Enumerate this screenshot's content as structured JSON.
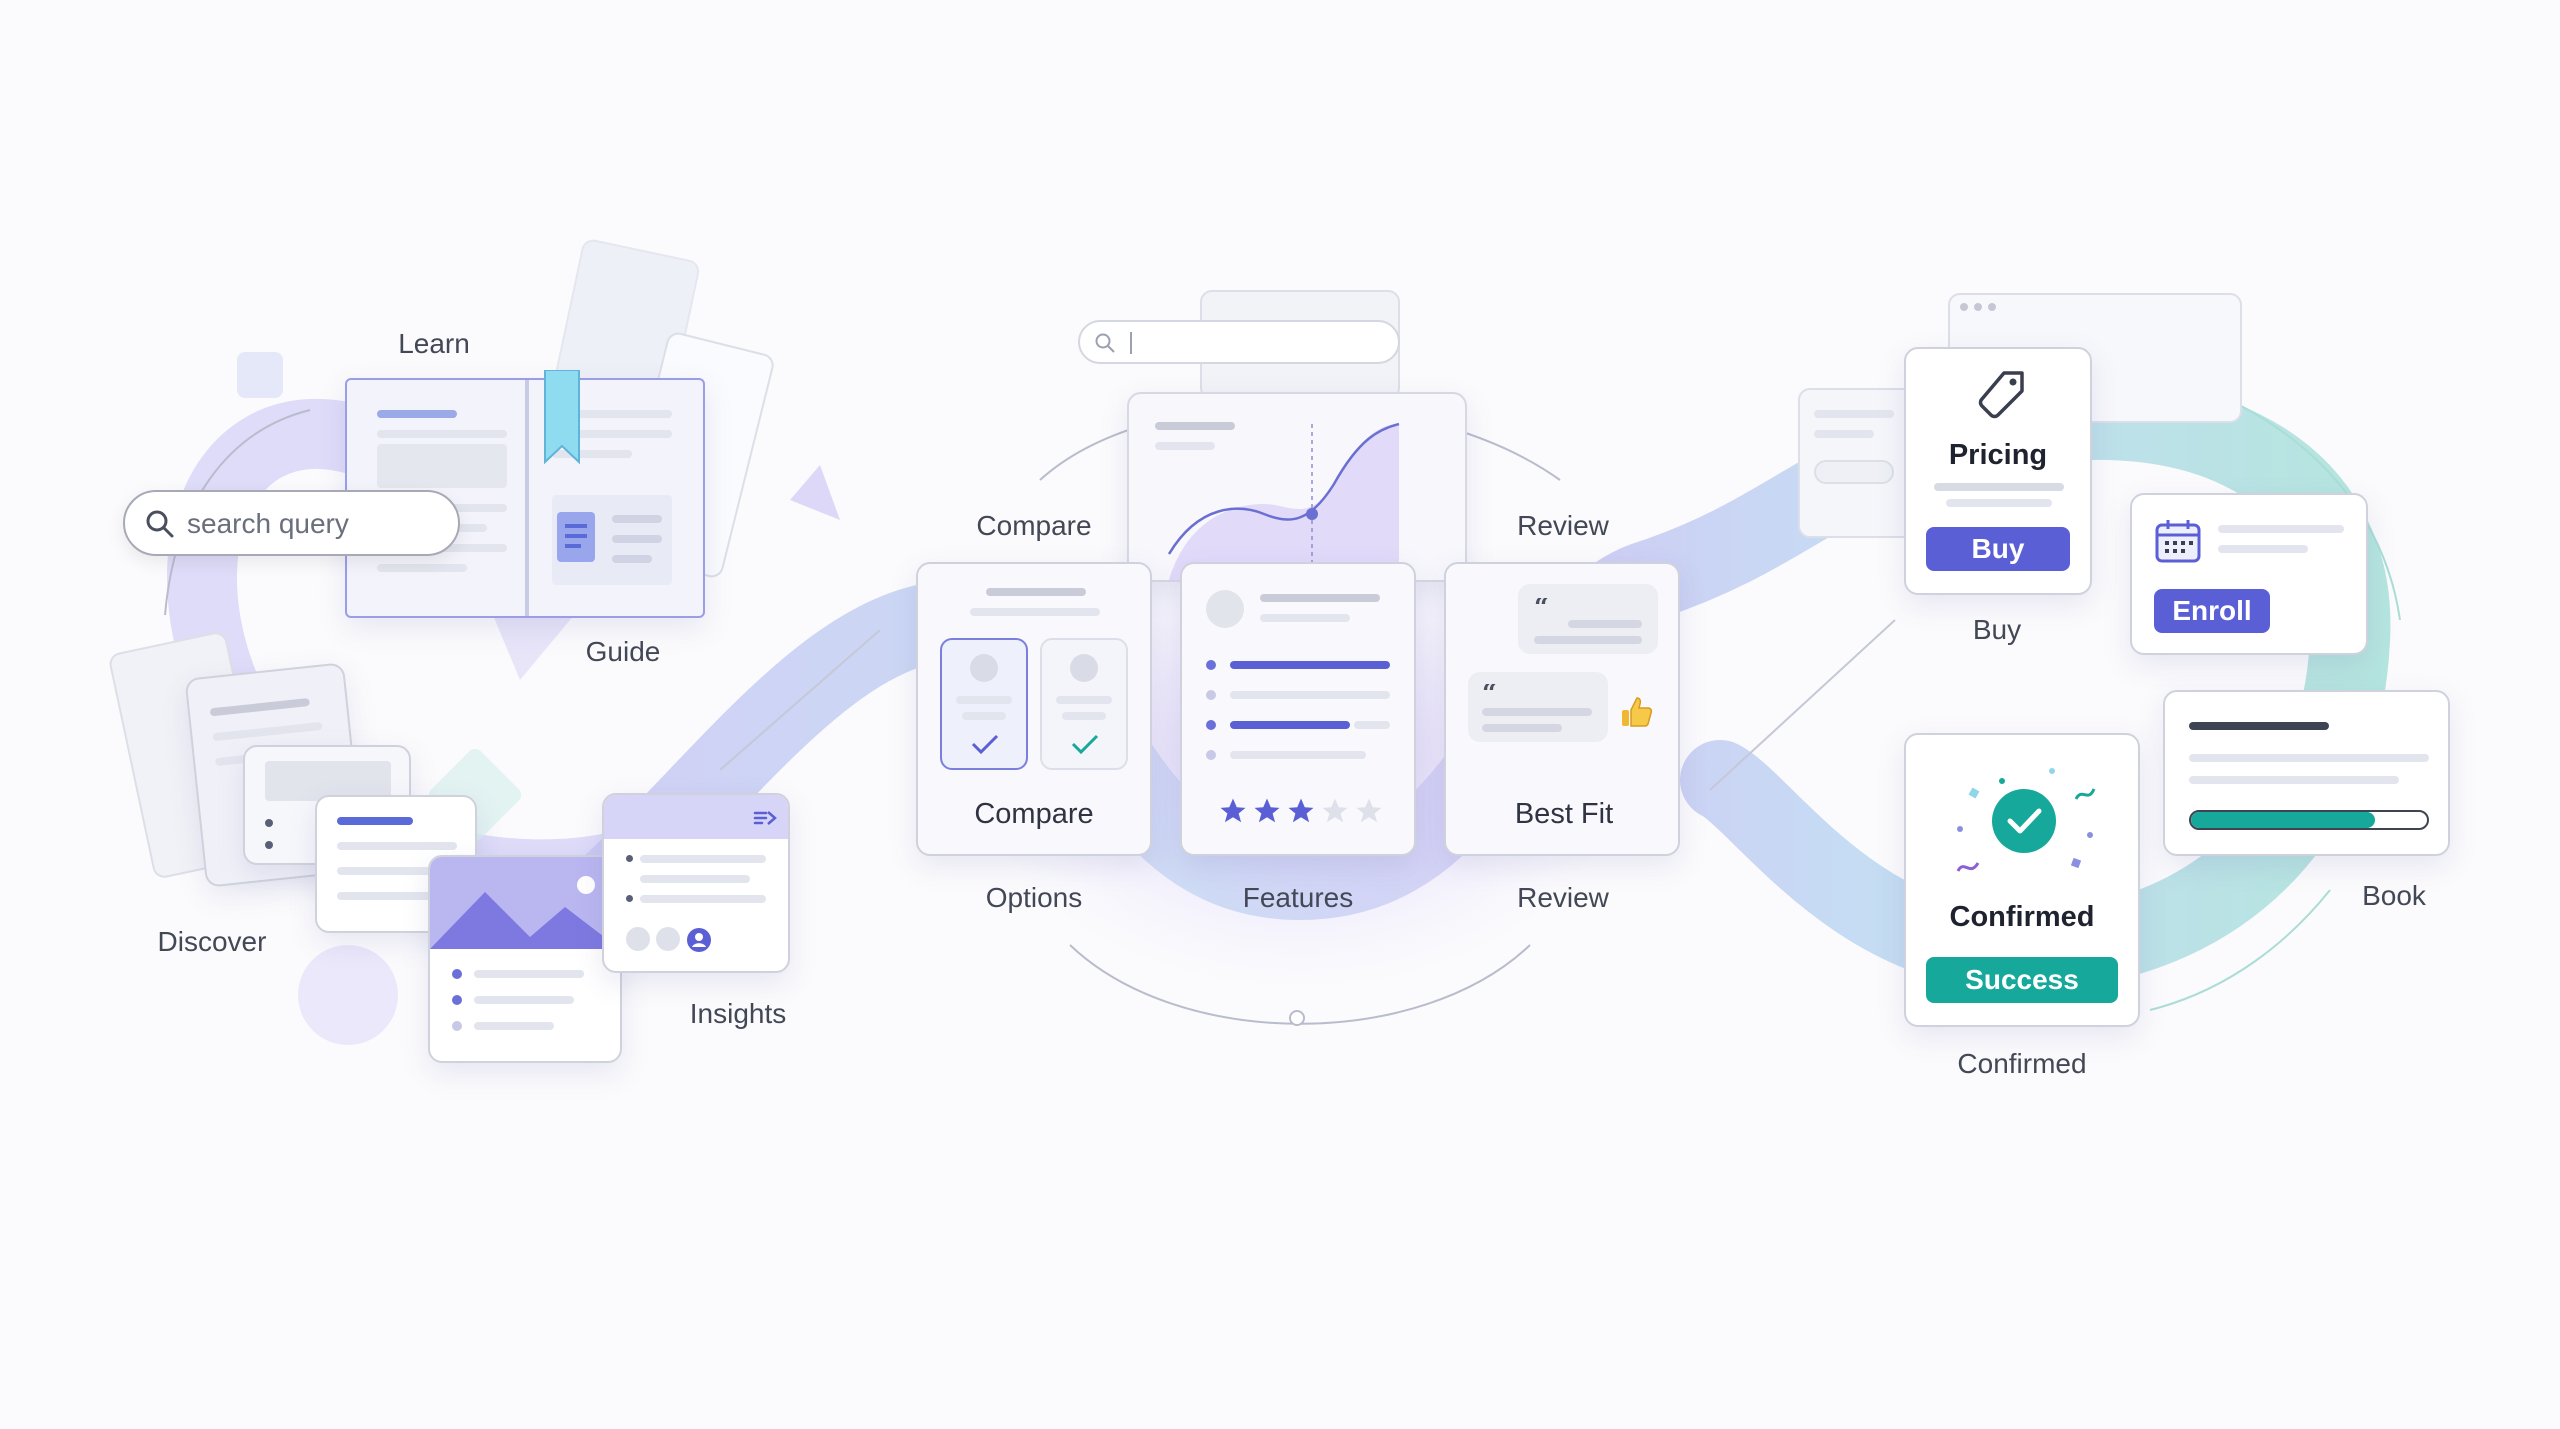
{
  "stages": {
    "discover_phase": {
      "search_placeholder": "search query",
      "label_learn": "Learn",
      "label_guide": "Guide",
      "label_discover": "Discover",
      "label_insights": "Insights"
    },
    "compare_phase": {
      "label_compare_top": "Compare",
      "label_review_top": "Review",
      "card_compare_title": "Compare",
      "card_bestfit_title": "Best Fit",
      "label_options": "Options",
      "label_features": "Features",
      "label_review_bottom": "Review",
      "rating_filled": 3,
      "rating_total": 5
    },
    "convert_phase": {
      "pricing_title": "Pricing",
      "buy_button": "Buy",
      "label_buy": "Buy",
      "enroll_button": "Enroll",
      "confirmed_title": "Confirmed",
      "success_button": "Success",
      "label_confirmed": "Confirmed",
      "label_book": "Book",
      "booking_progress": 0.78
    }
  },
  "colors": {
    "purple_accent": "#5b5fd6",
    "teal_accent": "#16a89a",
    "ribbon_purple": "#c9c6f3",
    "ribbon_blue": "#bcdcf3",
    "ribbon_teal": "#a9e2dc",
    "star_filled": "#5b5fd6",
    "star_empty": "#dfe1ea"
  },
  "icons": [
    "search-icon",
    "bookmark-icon",
    "document-icon",
    "image-icon",
    "share-icon",
    "avatar-icon",
    "check-icon",
    "quote-icon",
    "thumbs-up-icon",
    "star-icon",
    "price-tag-icon",
    "calendar-icon",
    "check-circle-icon"
  ]
}
